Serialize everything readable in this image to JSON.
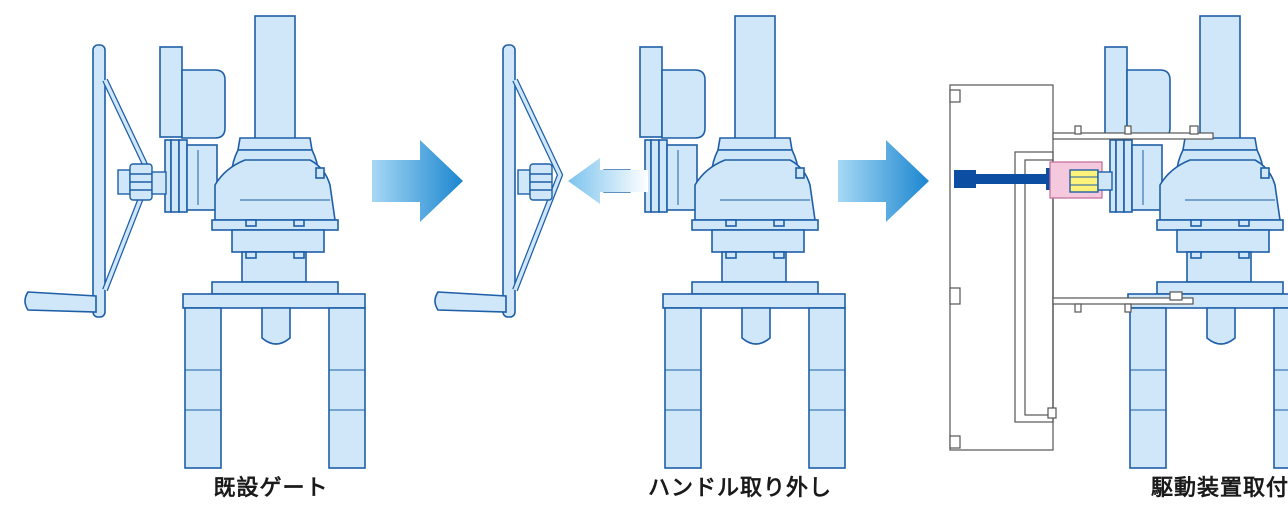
{
  "captions": {
    "step1": "既設ゲート",
    "step2": "ハンドル取り外し",
    "step3": "駆動装置取付"
  },
  "colors": {
    "body_fill": "#cfe7f8",
    "outline": "#1f5fa8",
    "arrow_light": "#9fd4f4",
    "arrow_dark": "#1b86cf",
    "shaft_yellow": "#fff27a",
    "drive_blue": "#0b4ea2",
    "coupler_pink": "#f4c8dd",
    "frame_gray": "#555555"
  },
  "icons": [
    "process-arrow-icon",
    "removal-arrow-icon"
  ]
}
